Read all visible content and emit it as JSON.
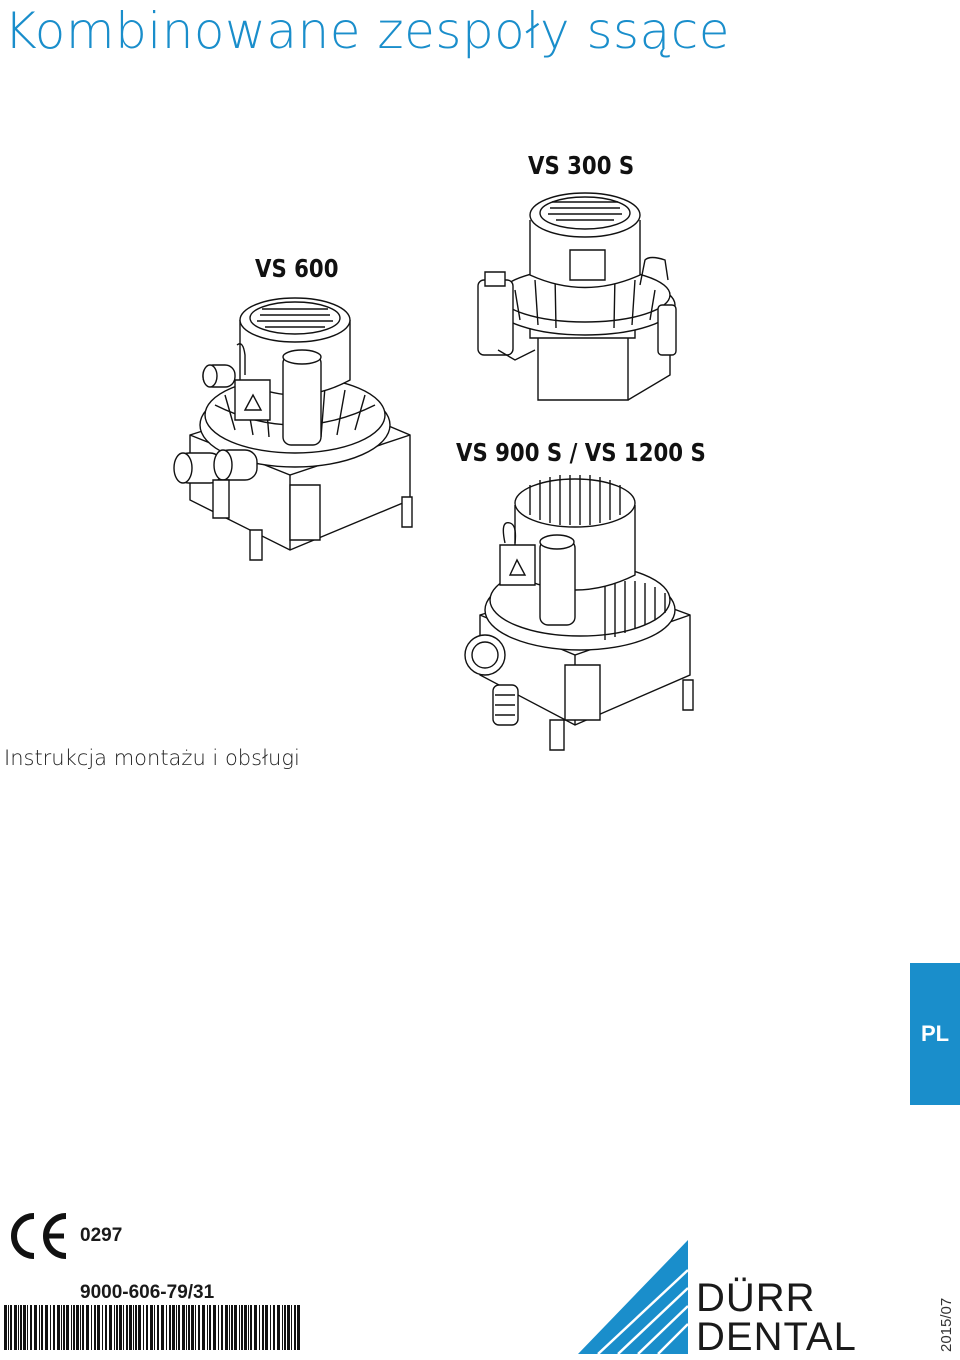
{
  "document": {
    "title": "Kombinowane zespoły ssące",
    "subtitle": "Instrukcja montażu i obsługi",
    "language_tab": "PL",
    "notified_body_number": "0297",
    "document_number": "9000-606-79/31",
    "edition_date": "2015/07"
  },
  "models": {
    "vs600": "VS 600",
    "vs300s": "VS 300 S",
    "vs900_1200": "VS 900 S / VS 1200 S"
  },
  "brand": {
    "line1": "DÜRR",
    "line2": "DENTAL",
    "accent_color": "#1a8ecb"
  },
  "icons": [
    "ce-mark-icon",
    "barcode-icon",
    "durr-dental-logo-icon",
    "warning-triangle-icon"
  ]
}
